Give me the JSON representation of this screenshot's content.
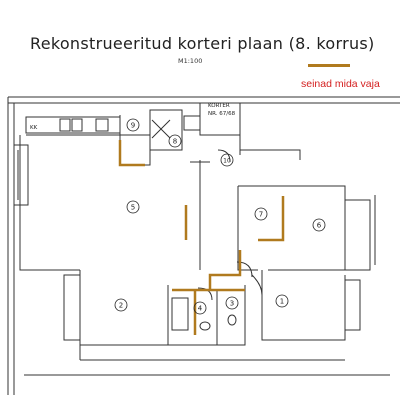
{
  "title": "Rekonstrueeritud korteri plaan (8. korrus)",
  "scale": "M1:100",
  "legend": {
    "label": "seinad mida vaja",
    "color": "#b07a1e"
  },
  "apartment_label": {
    "line1": "KORTER",
    "line2": "NR. 67/68"
  },
  "kitchen_label": "KK",
  "rooms": [
    "1",
    "2",
    "3",
    "4",
    "5",
    "6",
    "7",
    "8",
    "9",
    "10"
  ],
  "colors": {
    "wall": "#333333",
    "highlight": "#b07a1e",
    "text": "#222222"
  }
}
